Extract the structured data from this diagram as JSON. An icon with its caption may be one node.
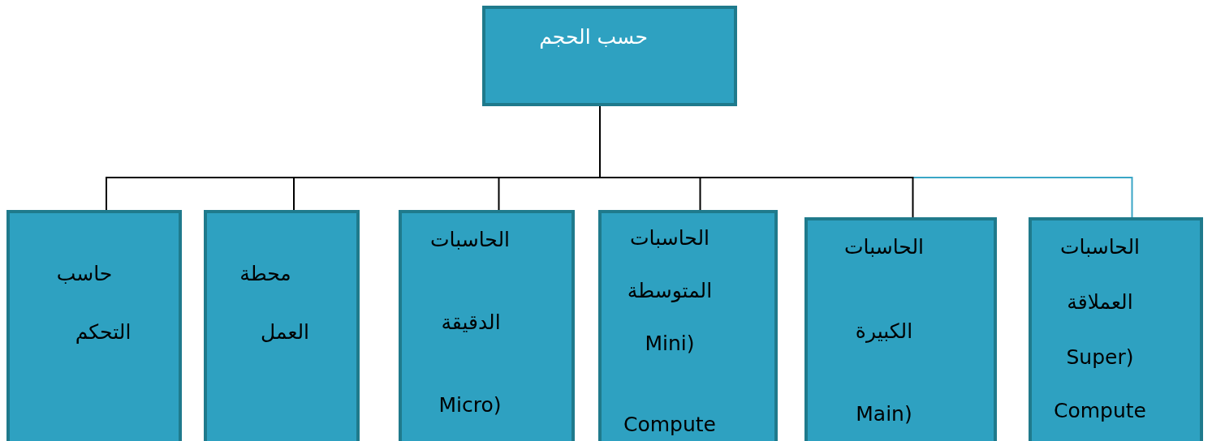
{
  "diagram": {
    "nodes": [
      {
        "text": [
          "حسب الحجم"
        ]
      },
      {
        "text": [
          "حاسب",
          "التحكم"
        ]
      },
      {
        "text": [
          "محطة",
          "العمل"
        ]
      },
      {
        "text": [
          "الحاسبات",
          "الدقيقة",
          "Micro)"
        ]
      },
      {
        "text": [
          "الحاسبات",
          "المتوسطة",
          "Mini)",
          "Compute"
        ]
      },
      {
        "text": [
          "الحاسبات",
          "الكبيرة",
          "Main)"
        ]
      },
      {
        "text": [
          "الحاسبات",
          "العملاقة",
          "Super)",
          "Compute"
        ]
      }
    ],
    "edges": [
      {
        "from": 0,
        "to": 6,
        "arrow": "none",
        "color": "#3aa6c6"
      },
      {
        "from": 0,
        "to": 1,
        "arrow": "none"
      },
      {
        "from": 0,
        "to": 2,
        "arrow": "none"
      },
      {
        "from": 0,
        "to": 3,
        "arrow": "none"
      },
      {
        "from": 0,
        "to": 4,
        "arrow": "none"
      },
      {
        "from": 0,
        "to": 5,
        "arrow": "none"
      }
    ]
  }
}
